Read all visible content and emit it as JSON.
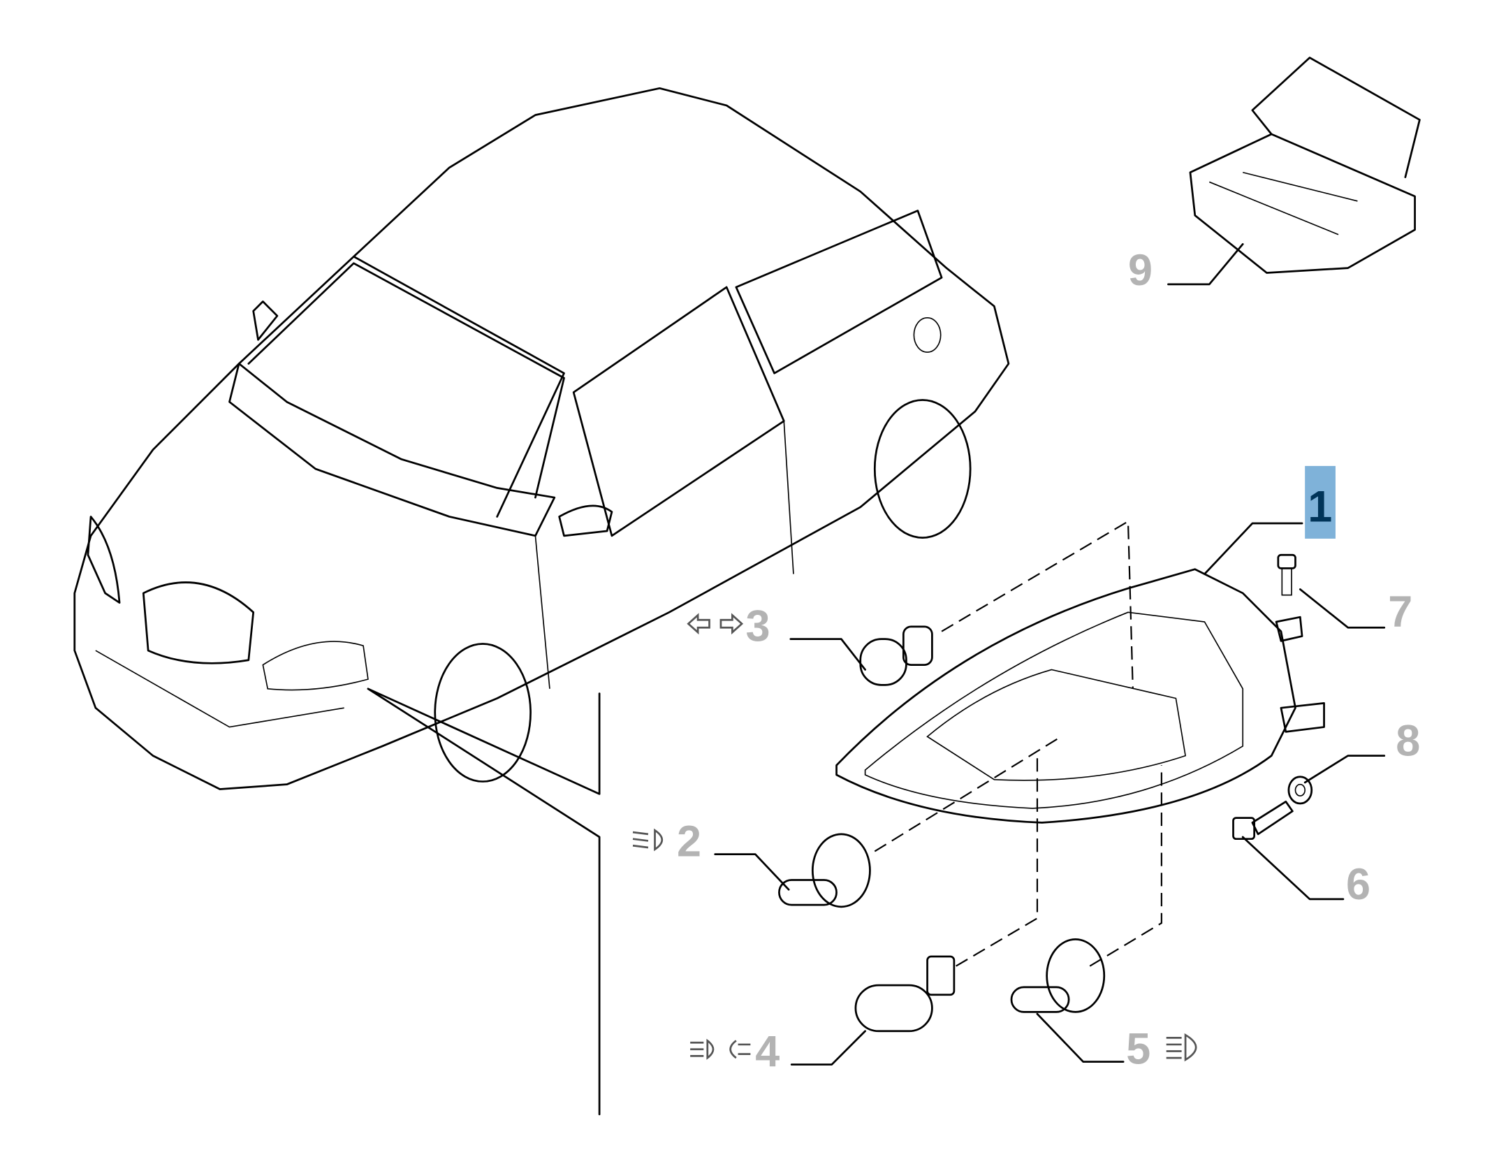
{
  "diagram": {
    "title": "Headlamp assembly parts diagram",
    "highlight_color": "#7fb2d9",
    "label_color": "#b3b3b3",
    "highlight_text_color": "#003459",
    "parts": [
      {
        "ref": "1",
        "name": "headlamp",
        "highlighted": true
      },
      {
        "ref": "2",
        "name": "bulb",
        "icon": "low-beam-icon"
      },
      {
        "ref": "3",
        "name": "bulb",
        "icon": "turn-indicator-icon"
      },
      {
        "ref": "4",
        "name": "bulb",
        "icon": "side-light-icon"
      },
      {
        "ref": "5",
        "name": "bulb",
        "icon": "high-beam-icon"
      },
      {
        "ref": "6",
        "name": "bolt"
      },
      {
        "ref": "7",
        "name": "screw"
      },
      {
        "ref": "8",
        "name": "washer"
      },
      {
        "ref": "9",
        "name": "bulb-kit-box"
      }
    ]
  }
}
